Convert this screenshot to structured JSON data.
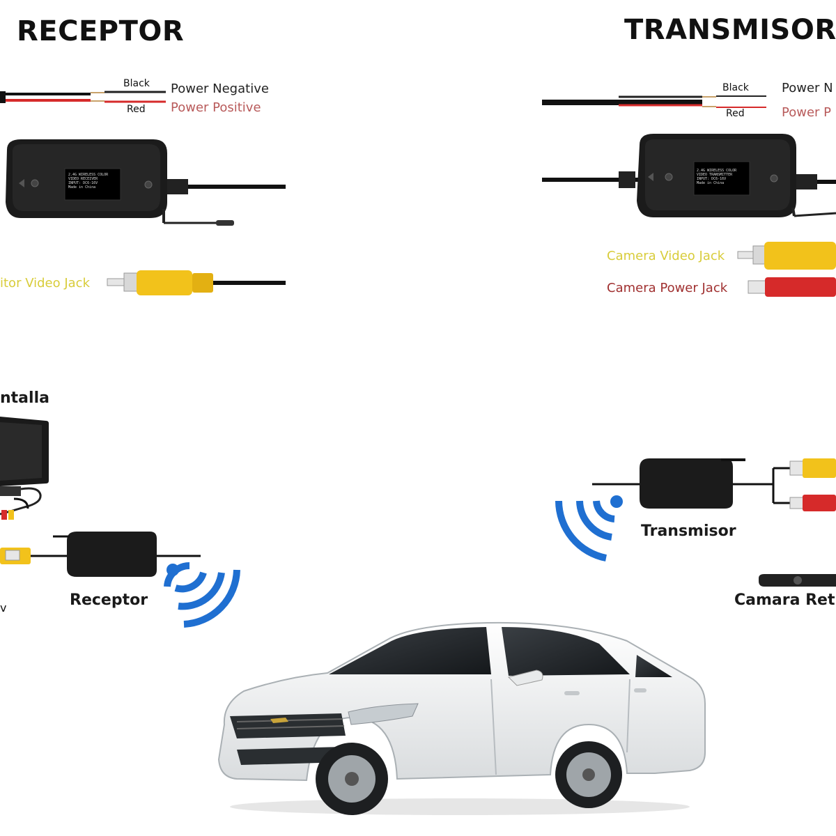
{
  "headings": {
    "receiver": "RECEPTOR",
    "transmitter": "TRANSMISOR"
  },
  "receiver_detail": {
    "wire_black": "Black",
    "wire_red": "Red",
    "power_negative": "Power Negative",
    "power_positive": "Power Positive",
    "video_jack": "itor Video Jack",
    "module_text": [
      "2.4G WIRELESS COLOR",
      "VIDEO RECEIVER",
      "INPUT: DC6-16V",
      "Made in China"
    ]
  },
  "transmitter_detail": {
    "wire_black": "Black",
    "wire_red": "Red",
    "power_negative": "Power N",
    "power_positive": "Power P",
    "camera_video_jack": "Camera Video Jack",
    "camera_power_jack": "Camera Power Jack",
    "module_text": [
      "2.4G WIRELESS COLOR",
      "VIDEO TRANSMITTER",
      "INPUT: DC6-16V",
      "Made in China"
    ]
  },
  "captions": {
    "screen": "ntalla",
    "receiver": "Receptor",
    "transmitter": "Transmisor",
    "camera": "Camara Retr",
    "partial_v": "v"
  },
  "colors": {
    "signal_blue": "#1f6fd1",
    "cable_red": "#d62a2a",
    "rca_yellow": "#f2c21b",
    "module_black": "#1b1b1b"
  },
  "icons": [
    "wifi-signal-icon",
    "car-illustration",
    "monitor-illustration",
    "backup-camera-illustration"
  ]
}
